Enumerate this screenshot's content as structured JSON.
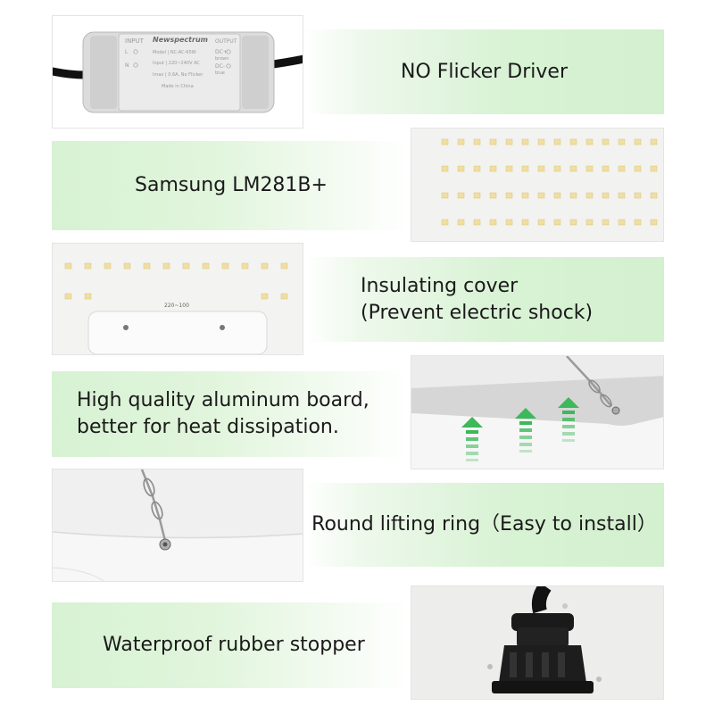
{
  "features": [
    {
      "id": "driver",
      "text": "NO Flicker Driver"
    },
    {
      "id": "led",
      "text": "Samsung LM281B+"
    },
    {
      "id": "cover",
      "text": "Insulating cover\n(Prevent electric shock)"
    },
    {
      "id": "board",
      "text": "High quality aluminum board,\nbetter for heat dissipation."
    },
    {
      "id": "ring",
      "text": "Round lifting ring（Easy to install）"
    },
    {
      "id": "stopper",
      "text": "Waterproof rubber stopper"
    }
  ],
  "driver_label": {
    "brand": "Newspectrum",
    "model": "Model | NC-AC-65W",
    "input": "Input | 220~240V AC",
    "imax": "Imax | 0.6A, No Flicker",
    "made_in": "Made in China",
    "input_head": "INPUT",
    "input_l": "L",
    "input_n": "N",
    "output_head": "OUTPUT",
    "dc_plus": "DC+",
    "dc_plus_wire": "brown",
    "dc_minus": "DC-",
    "dc_minus_wire": "blue"
  },
  "board_marking": "220~100",
  "colors": {
    "band_green": "#d5f1d1",
    "arrow_green": "#3db85a",
    "led_yellow": "#f0dfa0",
    "board_white": "#f4f4f2"
  }
}
